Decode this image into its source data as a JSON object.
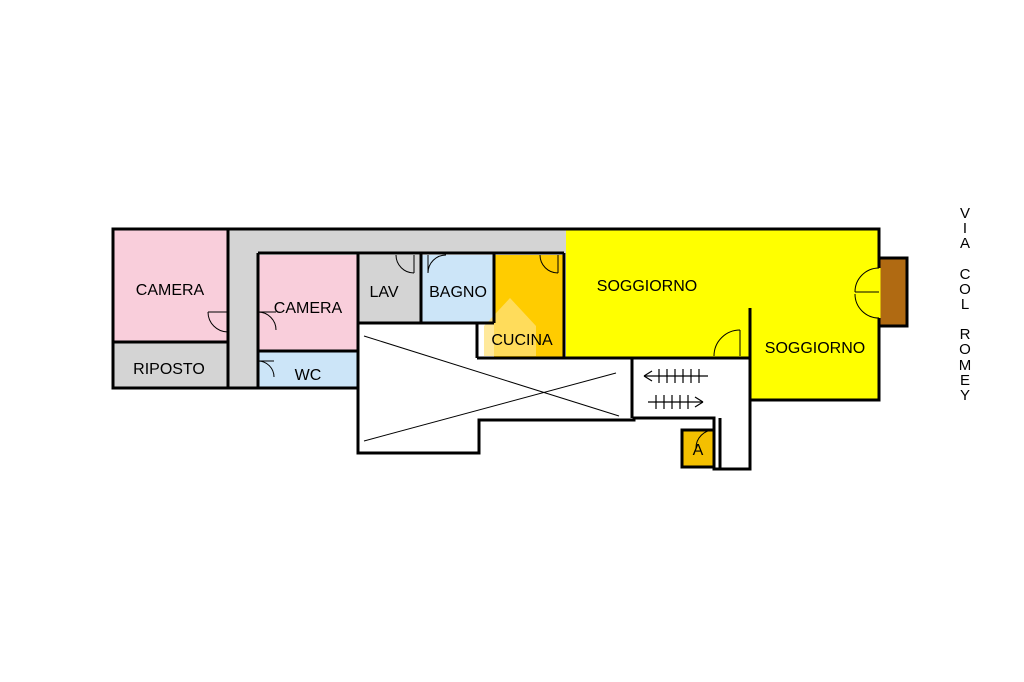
{
  "colors": {
    "bedroom": "#f9cedb",
    "service": "#d4d4d4",
    "bath": "#cce5f8",
    "kitchen": "#ffcc00",
    "living": "#ffff00",
    "balcony": "#b06a12",
    "storage": "#f4c000",
    "wall": "#000000"
  },
  "rooms": {
    "camera_1": "CAMERA",
    "camera_2": "CAMERA",
    "riposto": "RIPOSTO",
    "wc": "WC",
    "lav": "LAV",
    "bagno": "BAGNO",
    "cucina": "CUCINA",
    "soggiorno_1": "SOGGIORNO",
    "soggiorno_2": "SOGGIORNO",
    "cantina": "A"
  },
  "street": {
    "words": [
      "VIA",
      "COL",
      "ROMEY"
    ]
  }
}
